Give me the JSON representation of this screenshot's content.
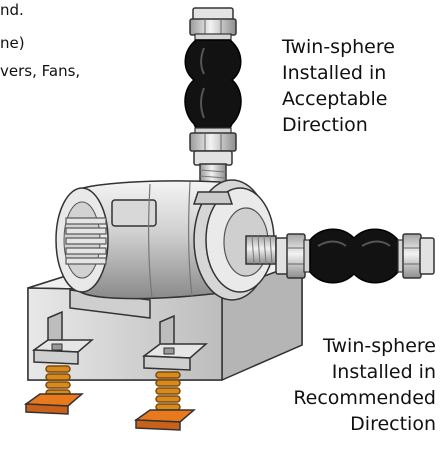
{
  "cropped_text": {
    "line1": "nd.",
    "line2": "ne)",
    "line3": "vers, Fans,"
  },
  "labels": {
    "acceptable": [
      "Twin-sphere",
      "Installed in",
      "Acceptable",
      "Direction"
    ],
    "recommended": [
      "Twin-sphere",
      "Installed in",
      "Recommended",
      "Direction"
    ]
  },
  "colors": {
    "rubber": "#111111",
    "steel_light": "#e6e6e6",
    "steel_mid": "#b9b9b9",
    "steel_dark": "#7d7d7d",
    "spring": "#d98a1c",
    "pad": "#e8791c"
  }
}
